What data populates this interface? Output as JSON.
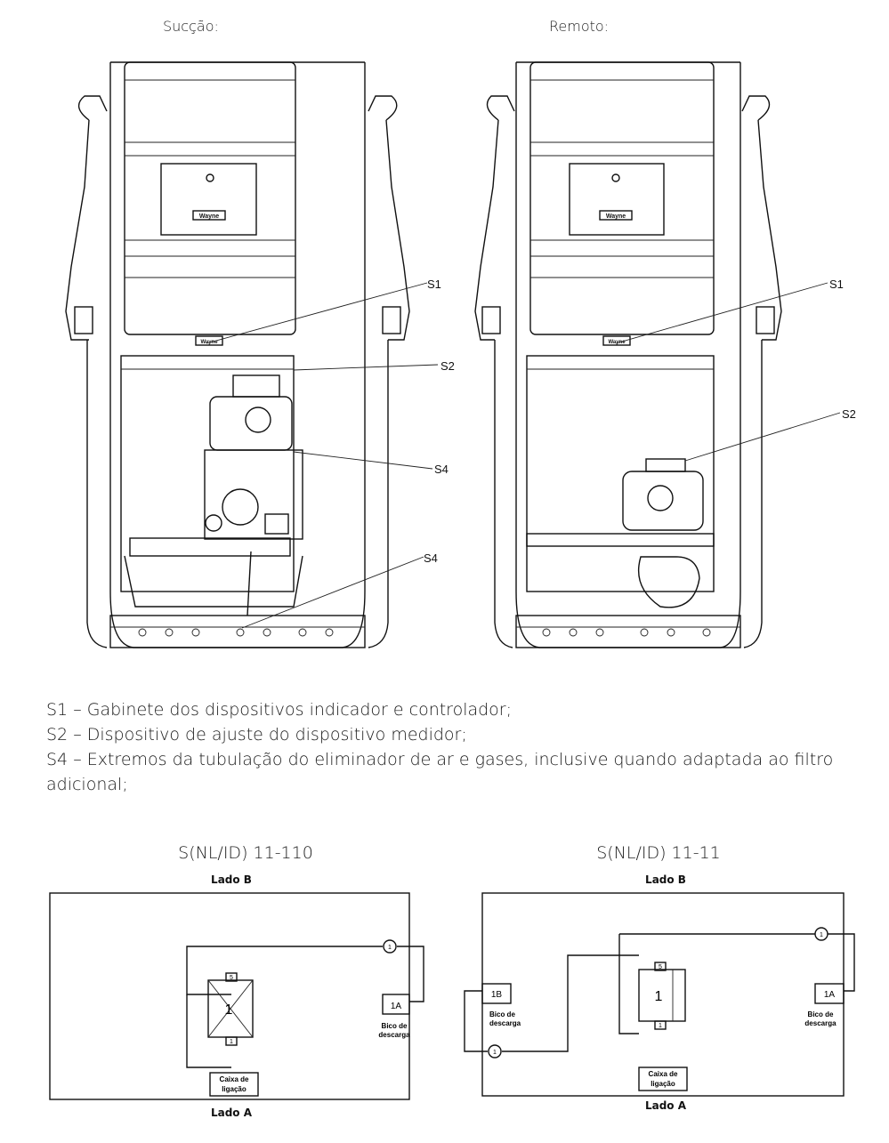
{
  "figures": {
    "left_heading": "Sucção:",
    "right_heading": "Remoto:",
    "left_callouts": [
      "S1",
      "S2",
      "S4",
      "S4"
    ],
    "right_callouts": [
      "S1",
      "S2"
    ],
    "brand_logo": "Wayne"
  },
  "legend": [
    "S1 – Gabinete dos dispositivos indicador e controlador;",
    "S2 – Dispositivo de ajuste do dispositivo medidor;",
    "S4 – Extremos da tubulação do eliminador de ar e gases, inclusive quando adaptada ao filtro adicional;"
  ],
  "schematics": [
    {
      "title": "S(NL/ID) 11-110",
      "top_label": "Lado B",
      "bottom_label": "Lado A",
      "meter_label": "1",
      "meter_top": "5",
      "meter_bottom": "1",
      "connector": "1",
      "nozzle_box": "1A",
      "nozzle_text": [
        "Bico de",
        "descarga"
      ],
      "junction_text": [
        "Caixa de",
        "ligação"
      ]
    },
    {
      "title": "S(NL/ID) 11-11",
      "top_label": "Lado B",
      "bottom_label": "Lado A",
      "meter_label": "1",
      "meter_top": "5",
      "meter_bottom": "1",
      "connector_top": "1",
      "connector_left": "1",
      "nozzle_box_left": "1B",
      "nozzle_text_left": [
        "Bico de",
        "descarga"
      ],
      "nozzle_box_right": "1A",
      "nozzle_text_right": [
        "Bico de",
        "descarga"
      ],
      "junction_text": [
        "Caixa de",
        "ligação"
      ]
    }
  ]
}
